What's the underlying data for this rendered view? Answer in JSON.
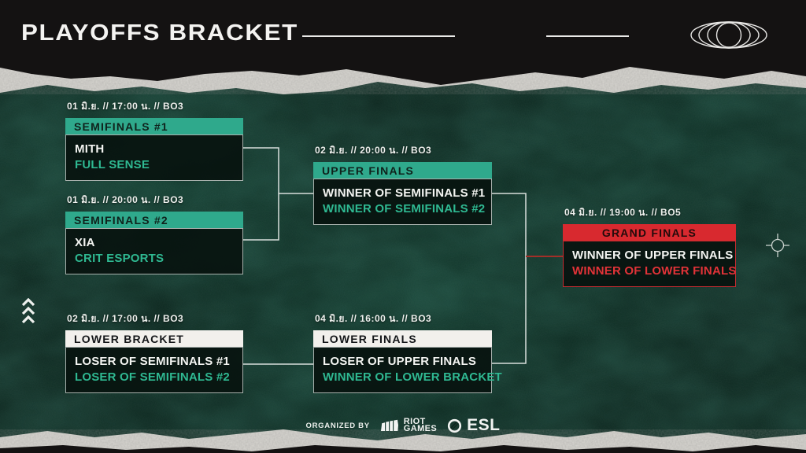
{
  "header": {
    "title": "PLAYOFFS BRACKET"
  },
  "matches": [
    {
      "schedule": "01 มิ.ย. // 17:00 น. // BO3",
      "title": "SEMIFINALS #1",
      "slot1": "MITH",
      "slot2": "FULL SENSE",
      "variant": "teal"
    },
    {
      "schedule": "01 มิ.ย. // 20:00 น. // BO3",
      "title": "SEMIFINALS #2",
      "slot1": "XIA",
      "slot2": "CRIT ESPORTS",
      "variant": "teal"
    },
    {
      "schedule": "02 มิ.ย. // 20:00 น. // BO3",
      "title": "UPPER FINALS",
      "slot1": "WINNER OF SEMIFINALS #1",
      "slot2": "WINNER OF SEMIFINALS #2",
      "variant": "teal"
    },
    {
      "schedule": "04 มิ.ย. // 19:00 น. // BO5",
      "title": "GRAND FINALS",
      "slot1": "WINNER OF UPPER FINALS",
      "slot2": "WINNER OF LOWER FINALS",
      "variant": "red"
    },
    {
      "schedule": "02 มิ.ย. // 17:00 น. // BO3",
      "title": "LOWER BRACKET",
      "slot1": "LOSER OF SEMIFINALS #1",
      "slot2": "LOSER OF SEMIFINALS #2",
      "variant": "white"
    },
    {
      "schedule": "04 มิ.ย. // 16:00 น. // BO3",
      "title": "LOWER FINALS",
      "slot1": "LOSER OF UPPER FINALS",
      "slot2": "WINNER OF LOWER BRACKET",
      "variant": "white"
    }
  ],
  "footer": {
    "organized_by": "ORGANIZED BY",
    "riot_line1": "RIOT",
    "riot_line2": "GAMES",
    "esl_label": "ESL"
  },
  "icons": {
    "globe": "globe-icon",
    "chevrons": "triple-chevron-up-icon",
    "crosshair": "crosshair-icon",
    "riot_fist": "riot-games-fist-icon",
    "esl_circle": "esl-circle-icon"
  },
  "colors": {
    "accent_teal": "#2FA98C",
    "accent_red": "#D8292F",
    "teal_text": "#2FB992",
    "red_text": "#E23338",
    "bg_green": "#0B241C",
    "paper_white": "#D8D6D1",
    "bar_black": "#141212"
  }
}
